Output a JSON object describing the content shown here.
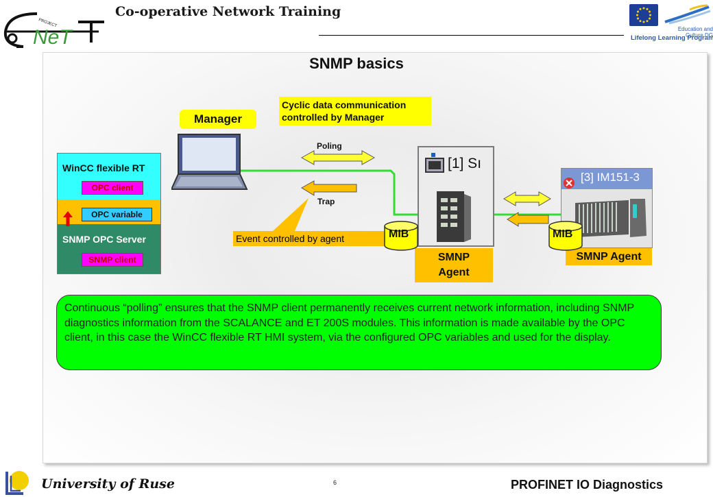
{
  "header": {
    "title": "Co-operative Network Training",
    "logo_text": "NeT",
    "logo_small_text": "PROJECT",
    "eu_caption": "Education and Culture DG",
    "programme": "Lifelong Learning Programme"
  },
  "slide": {
    "title": "SNMP basics"
  },
  "stack": {
    "top_label": "WinCC flexible RT",
    "opc_client": "OPC client",
    "opc_variable": "OPC variable",
    "server_label": "SNMP OPC Server",
    "snmp_client": "SNMP client"
  },
  "labels": {
    "manager": "Manager",
    "cyclic_line1": "Cyclic data communication",
    "cyclic_line2": "controlled by Manager",
    "poling": "Poling",
    "trap": "Trap",
    "event": "Event controlled by agent",
    "mib1": "MIB",
    "mib2": "MIB",
    "device1_label": "[1] Sı",
    "device2_label": "[3] IM151-3",
    "agent1_line1": "SMNP",
    "agent1_line2": "Agent",
    "agent2": "SMNP Agent"
  },
  "info": {
    "text": "Continuous “polling” ensures that the SNMP client permanently receives current network information, including SNMP diagnostics information from the SCALANCE and ET 200S modules. This information is made available by the OPC client, in this case the WinCC flexible RT HMI system, via the configured OPC variables and used for the display."
  },
  "footer": {
    "left": "University of Ruse",
    "page": "6",
    "right": "PROFINET IO Diagnostics"
  },
  "colors": {
    "cyan": "#33ffff",
    "orange": "#ffc000",
    "yellow": "#ffff00",
    "green_box": "#00ff00",
    "server_green": "#2f8a67",
    "magenta": "#ff00ff",
    "link_green": "#33dd33"
  }
}
